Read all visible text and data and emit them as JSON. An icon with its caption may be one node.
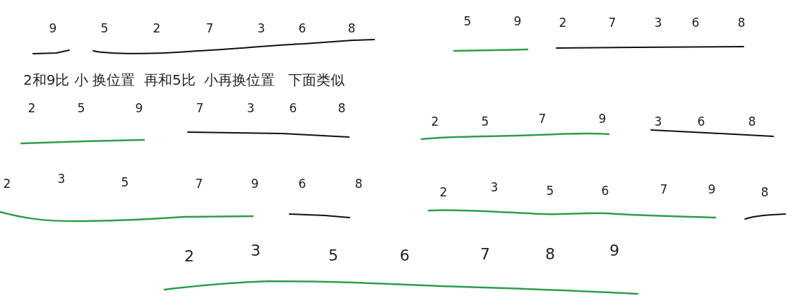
{
  "diagram": {
    "labels": [
      "9",
      "5",
      "2",
      "7",
      "3",
      "6",
      "8",
      "5",
      "9",
      "2",
      "7",
      "3",
      "6",
      "8",
      "2和9比 小 换位置  再和5比  小再换位置   下面类似",
      "2",
      "5",
      "9",
      "7",
      "3",
      "6",
      "8",
      "2",
      "5",
      "7",
      "9",
      "3",
      "6",
      "8",
      "2",
      "3",
      "5",
      "7",
      "9",
      "6",
      "8",
      "2",
      "3",
      "5",
      "6",
      "7",
      "9",
      "8",
      "2",
      "3",
      "5",
      "6",
      "7",
      "8",
      "9"
    ]
  }
}
